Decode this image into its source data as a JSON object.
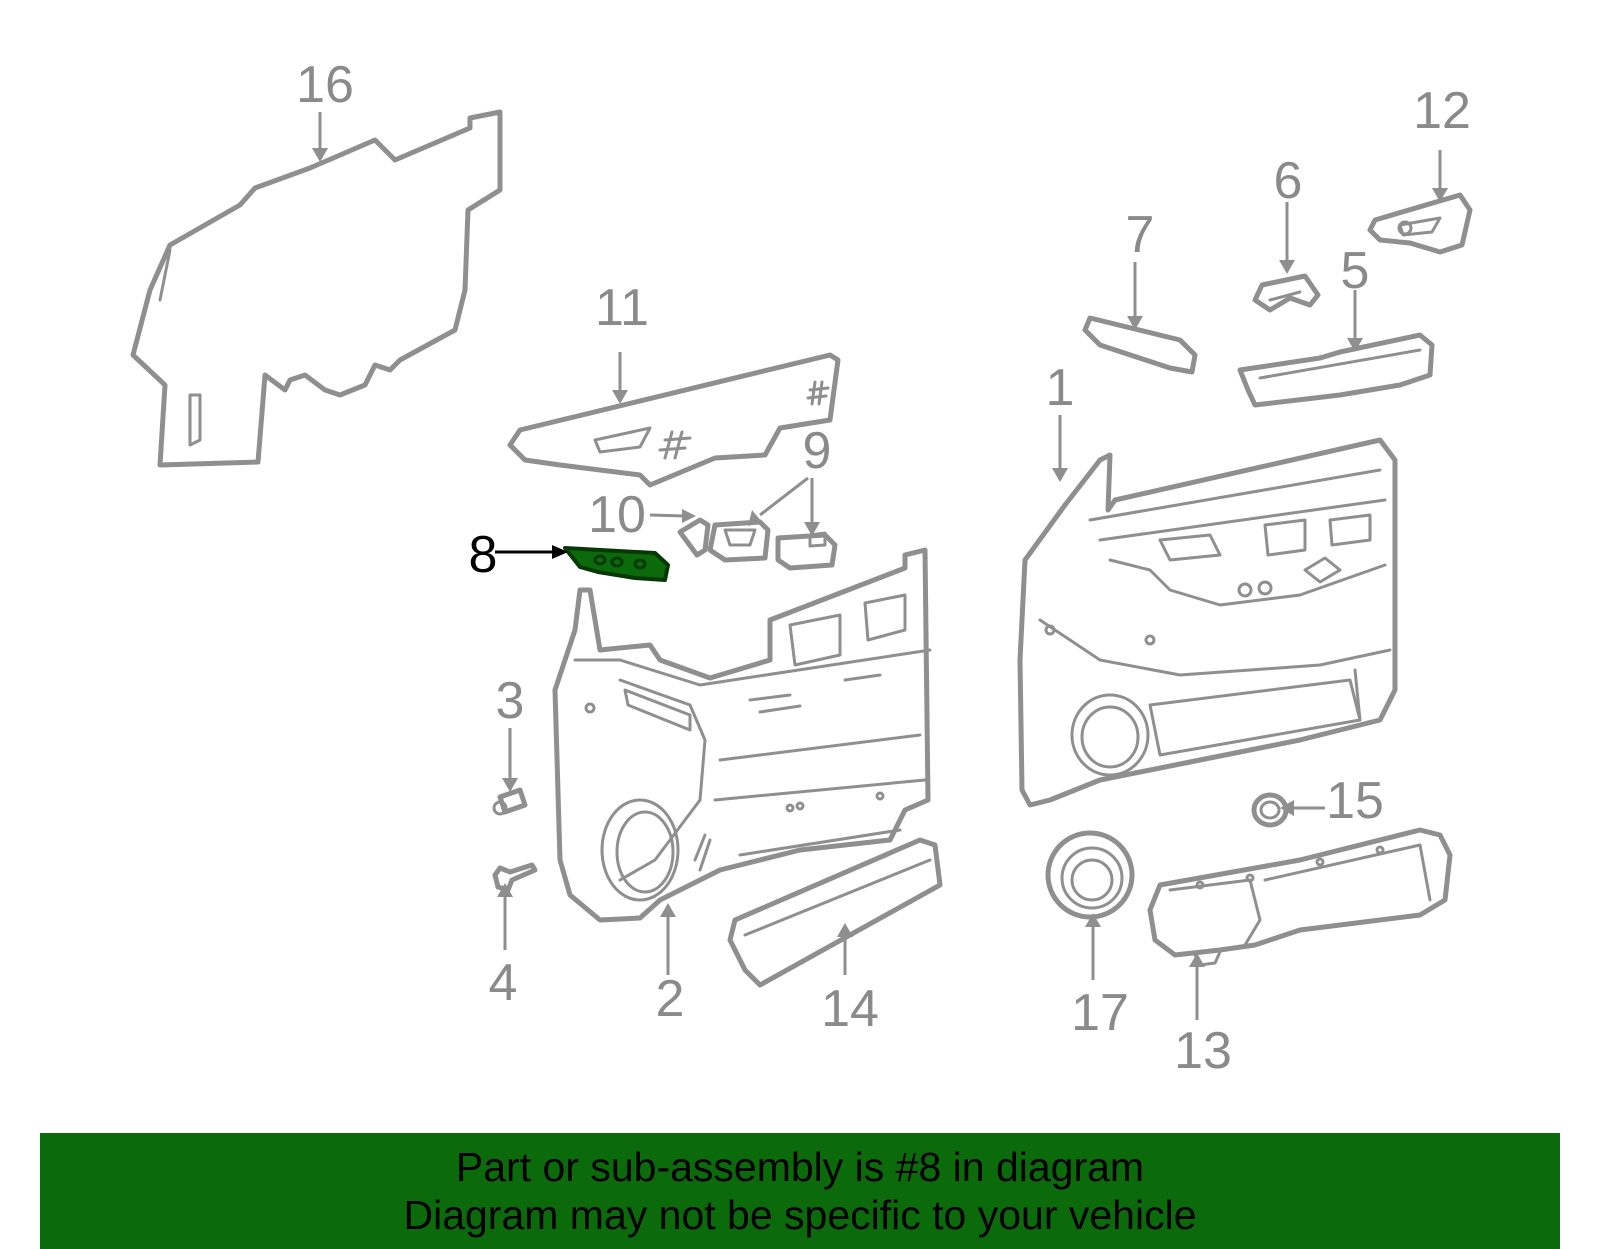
{
  "diagram": {
    "highlighted_part": "8",
    "callouts": [
      "16",
      "11",
      "10",
      "9",
      "8",
      "3",
      "4",
      "2",
      "14",
      "7",
      "6",
      "12",
      "5",
      "1",
      "15",
      "17",
      "13"
    ]
  },
  "banner": {
    "line1": "Part or sub-assembly is #8 in diagram",
    "line2": "Diagram may not be specific to your vehicle"
  },
  "colors": {
    "highlight": "#0b6b0b",
    "line_art": "#8f8f8f",
    "banner_bg": "#0b6b0b"
  }
}
